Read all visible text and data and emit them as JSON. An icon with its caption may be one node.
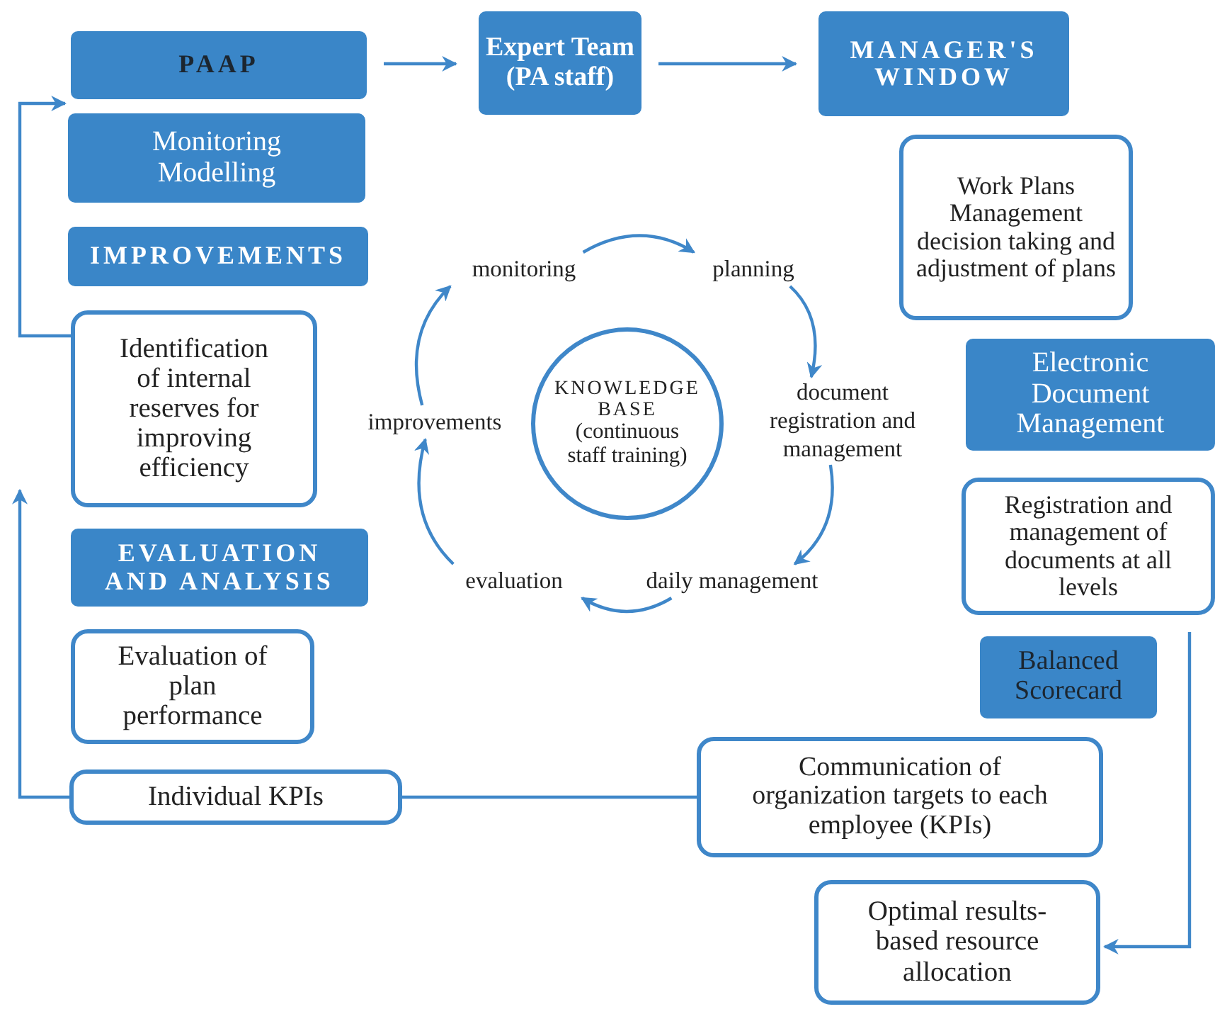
{
  "diagram": {
    "nodes": [
      {
        "text": [
          "PAAP"
        ]
      },
      {
        "text": [
          "Expert Team (PA staff)"
        ]
      },
      {
        "text": [
          "MANAGER'S WINDOW"
        ]
      },
      {
        "text": [
          "Monitoring Modelling"
        ]
      },
      {
        "text": [
          "IMPROVEMENTS"
        ]
      },
      {
        "text": [
          "Work Plans Management decision taking and adjustment of plans"
        ]
      },
      {
        "text": [
          "Identification of internal reserves for improving efficiency"
        ]
      },
      {
        "text": [
          "Electronic Document Management"
        ]
      },
      {
        "text": [
          "KNOWLEDGE BASE",
          "(continuous staff training)"
        ]
      },
      {
        "text": [
          "monitoring"
        ]
      },
      {
        "text": [
          "planning"
        ]
      },
      {
        "text": [
          "document registration and management"
        ]
      },
      {
        "text": [
          "daily management"
        ]
      },
      {
        "text": [
          "evaluation"
        ]
      },
      {
        "text": [
          "improvements"
        ]
      },
      {
        "text": [
          "Registration and management of documents at all levels"
        ]
      },
      {
        "text": [
          "EVALUATION AND ANALYSIS"
        ]
      },
      {
        "text": [
          "Evaluation of plan performance"
        ]
      },
      {
        "text": [
          "Balanced Scorecard"
        ]
      },
      {
        "text": [
          "Individual KPIs"
        ]
      },
      {
        "text": [
          "Communication of organization targets to each employee (KPIs)"
        ]
      },
      {
        "text": [
          "Optimal results-based resource allocation"
        ]
      }
    ],
    "edges": [
      {
        "from": 0,
        "to": 1,
        "arrow": "to"
      },
      {
        "from": 1,
        "to": 2,
        "arrow": "to"
      },
      {
        "from": 6,
        "to": 0,
        "arrow": "to"
      },
      {
        "from": 19,
        "to": null,
        "arrow": "to"
      },
      {
        "from": 20,
        "to": 19,
        "arrow": "to"
      },
      {
        "from": 15,
        "to": 21,
        "arrow": "to"
      },
      {
        "from": 9,
        "to": 10,
        "arrow": "to"
      },
      {
        "from": 10,
        "to": 11,
        "arrow": "to"
      },
      {
        "from": 11,
        "to": 12,
        "arrow": "to"
      },
      {
        "from": 12,
        "to": 13,
        "arrow": "to"
      },
      {
        "from": 13,
        "to": 14,
        "arrow": "to"
      },
      {
        "from": 14,
        "to": 9,
        "arrow": "to"
      }
    ]
  }
}
